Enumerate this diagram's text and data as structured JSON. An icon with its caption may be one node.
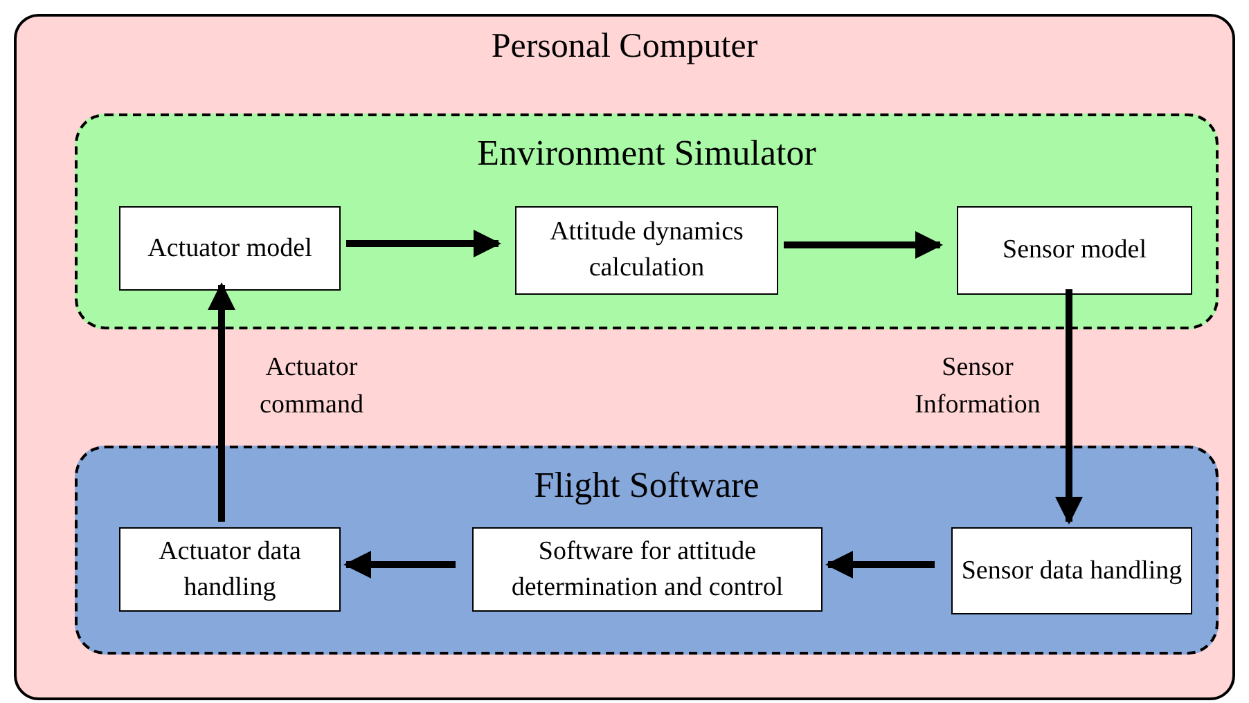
{
  "diagram": {
    "nodes": [
      {
        "text": [
          "Personal Computer"
        ]
      },
      {
        "text": [
          "Environment Simulator"
        ],
        "in": 0
      },
      {
        "text": [
          "Actuator model"
        ],
        "in": 1
      },
      {
        "text": [
          "Attitude dynamics calculation"
        ],
        "in": 1
      },
      {
        "text": [
          "Sensor model"
        ],
        "in": 1
      },
      {
        "text": [
          "Flight Software"
        ],
        "in": 0
      },
      {
        "text": [
          "Actuator data handling"
        ],
        "in": 5
      },
      {
        "text": [
          "Software for attitude determination and control"
        ],
        "in": 5
      },
      {
        "text": [
          "Sensor data handling"
        ],
        "in": 5
      }
    ],
    "edges": [
      {
        "from": 2,
        "to": 3,
        "arrow": "to"
      },
      {
        "from": 3,
        "to": 4,
        "arrow": "to"
      },
      {
        "from": 4,
        "to": 8,
        "arrow": "to",
        "label": "Sensor Information"
      },
      {
        "from": 8,
        "to": 7,
        "arrow": "to"
      },
      {
        "from": 7,
        "to": 6,
        "arrow": "to"
      },
      {
        "from": 6,
        "to": 2,
        "arrow": "to",
        "label": "Actuator command"
      }
    ]
  }
}
